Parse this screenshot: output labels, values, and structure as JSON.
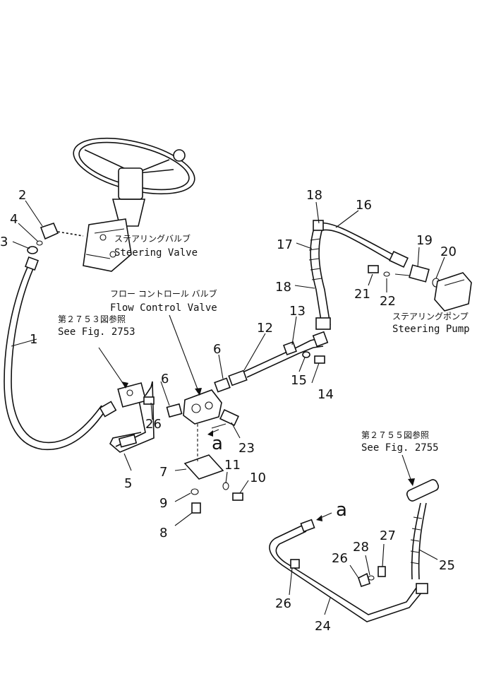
{
  "labels": {
    "steering_valve_jp": "ステアリングバルブ",
    "steering_valve_en": "Steering Valve",
    "flow_control_jp": "フロー コントロール バルブ",
    "flow_control_en": "Flow Control Valve",
    "see2753_jp": "第２７５３図参照",
    "see2753_en": "See Fig. 2753",
    "steering_pump_jp": "ステアリングポンプ",
    "steering_pump_en": "Steering Pump",
    "see2755_jp": "第２７５５図参照",
    "see2755_en": "See Fig. 2755",
    "connection_a1": "a",
    "connection_a2": "a"
  },
  "part_numbers": {
    "p1": "1",
    "p2": "2",
    "p3": "3",
    "p4": "4",
    "p5": "5",
    "p6a": "6",
    "p6b": "6",
    "p7": "7",
    "p8": "8",
    "p9": "9",
    "p10": "10",
    "p11": "11",
    "p12": "12",
    "p13": "13",
    "p14": "14",
    "p15": "15",
    "p16": "16",
    "p17": "17",
    "p18a": "18",
    "p18b": "18",
    "p19": "19",
    "p20": "20",
    "p21": "21",
    "p22": "22",
    "p23": "23",
    "p24": "24",
    "p25": "25",
    "p26a": "26",
    "p26b": "26",
    "p26c": "26",
    "p27": "27",
    "p28": "28"
  }
}
